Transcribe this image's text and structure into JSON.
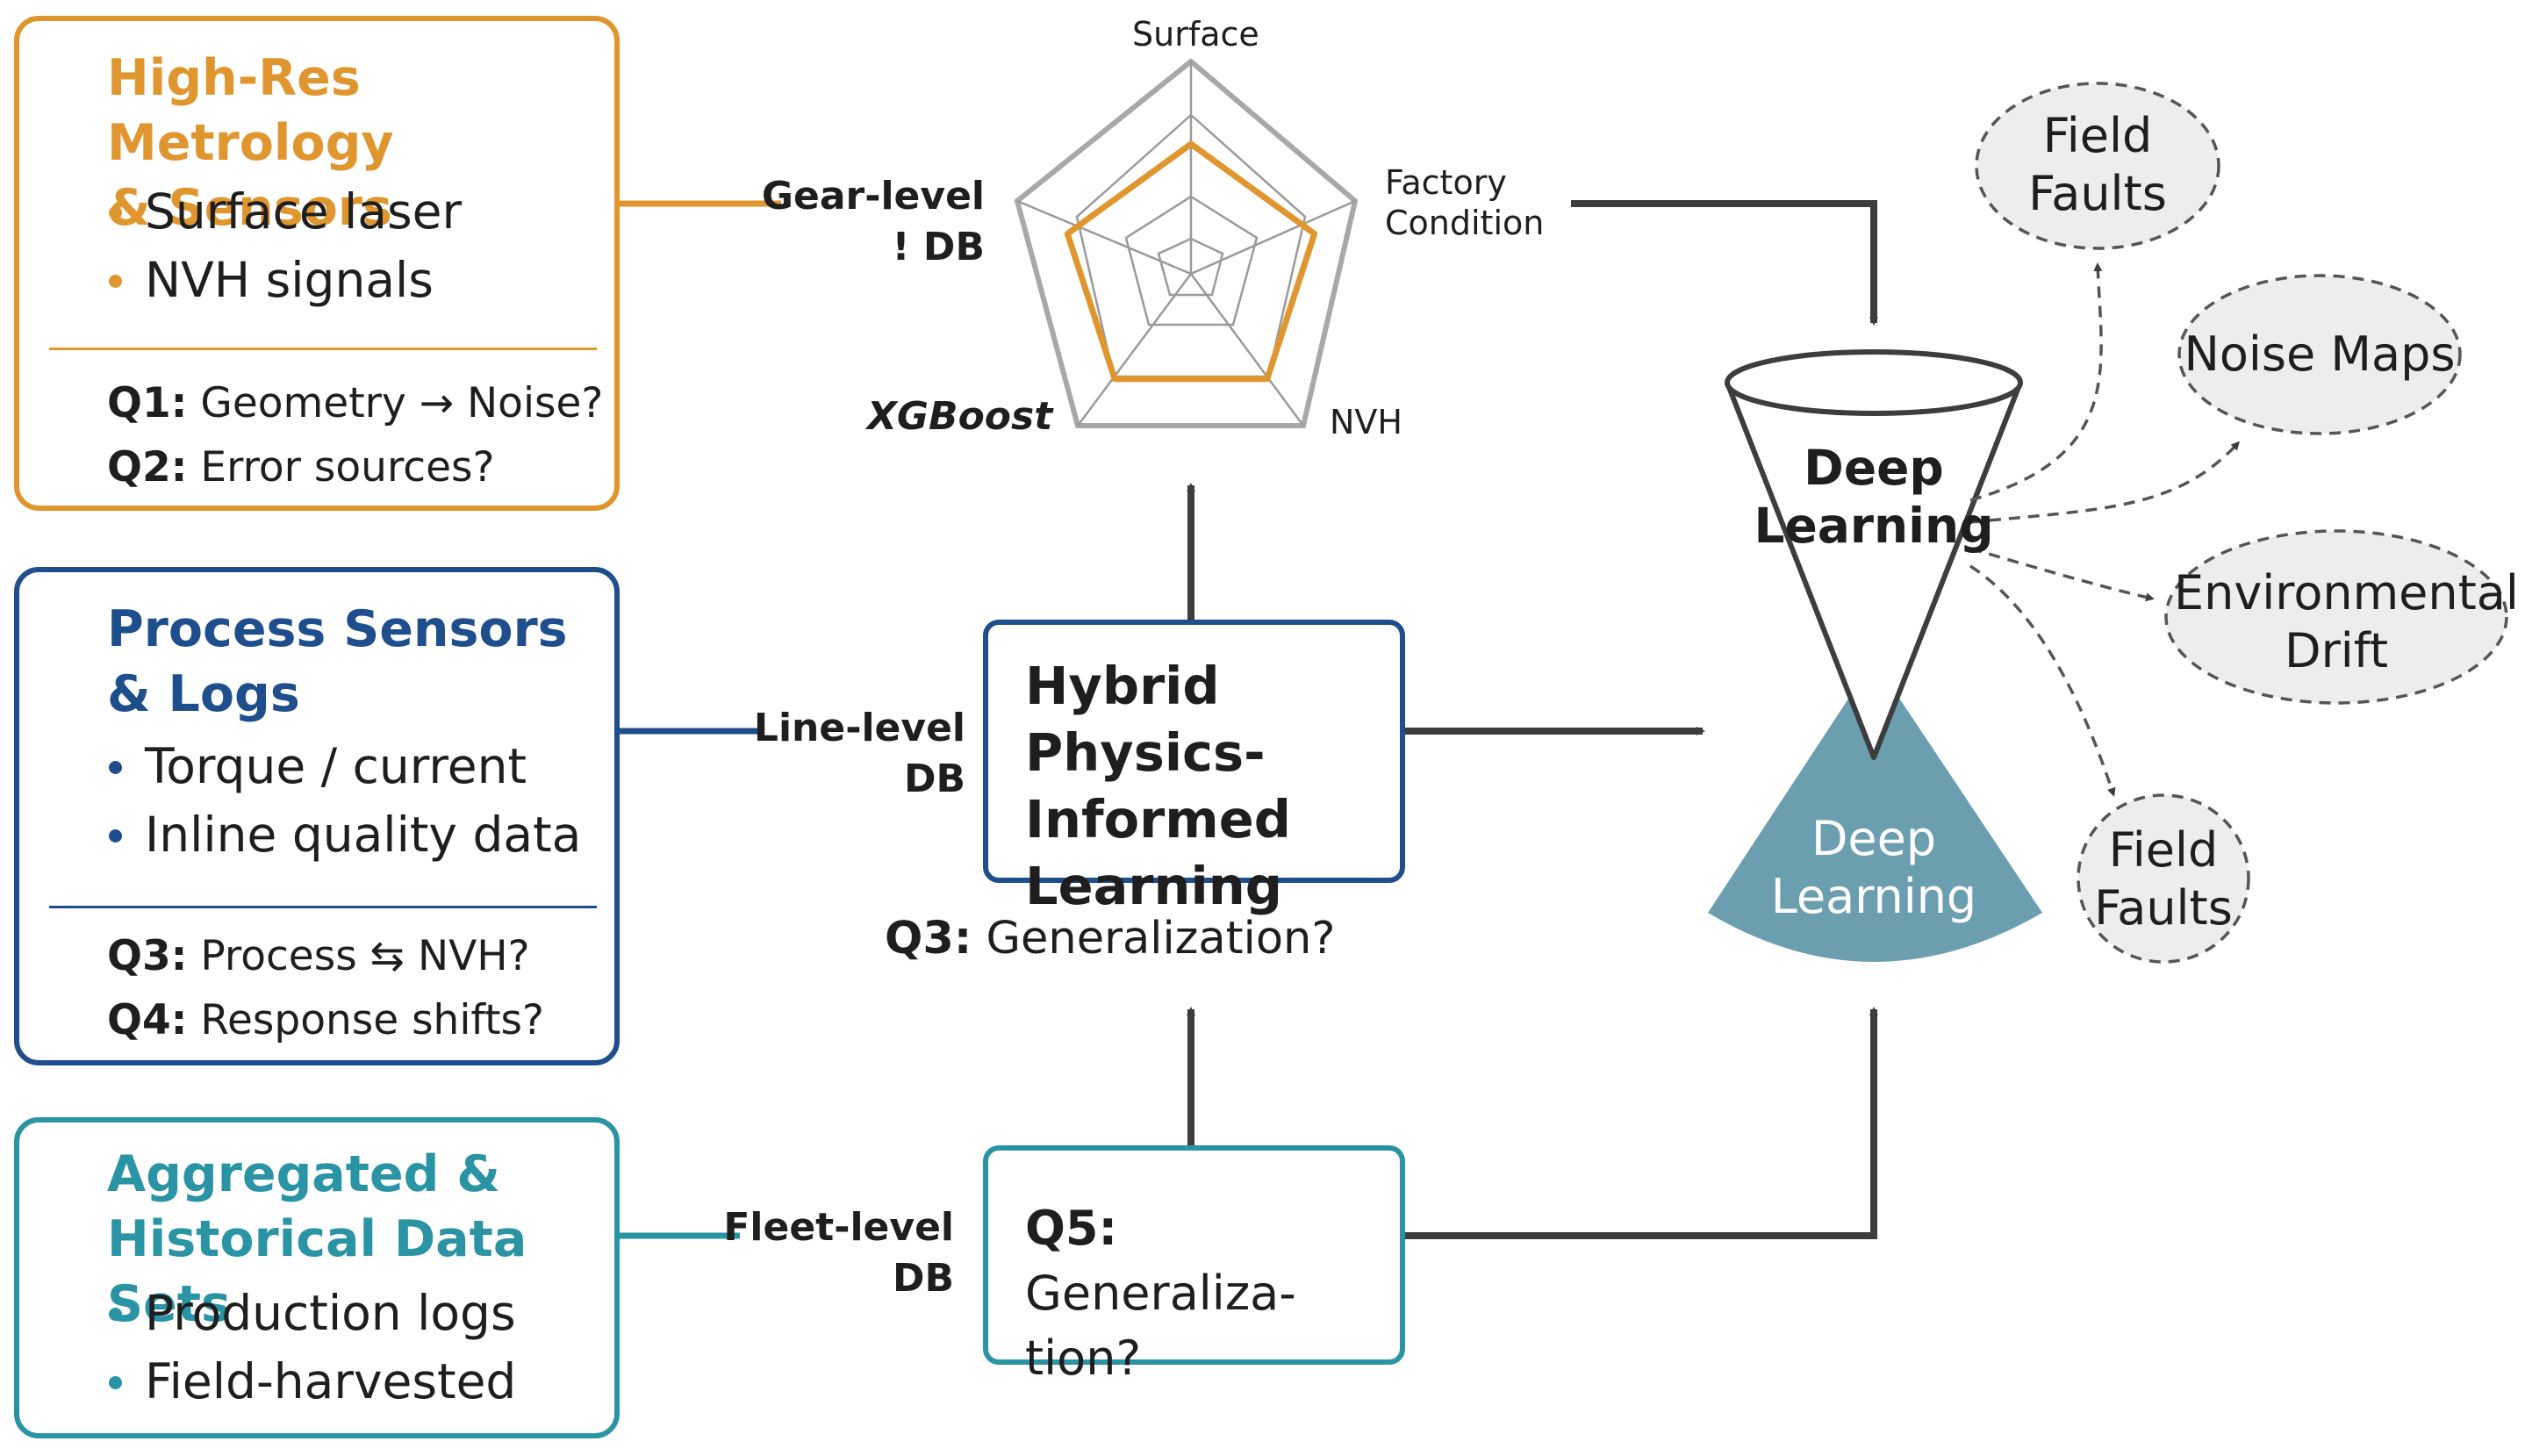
{
  "sources": [
    {
      "title": "High-Res Metrology\n& Sensors",
      "bullets": [
        "Surface laser",
        "NVH signals"
      ],
      "questions": [
        {
          "label": "Q1:",
          "text": "Geometry → Noise?"
        },
        {
          "label": "Q2:",
          "text": "Error sources?"
        }
      ],
      "db_label": "Gear-level\n!   DB",
      "color": "#e0962f"
    },
    {
      "title": "Process Sensors\n& Logs",
      "bullets": [
        "Torque / current",
        "Inline quality data"
      ],
      "questions": [
        {
          "label": "Q3:",
          "text": "Process ⇆ NVH?"
        },
        {
          "label": "Q4:",
          "text": "Response shifts?"
        }
      ],
      "db_label": "Line-level\nDB",
      "color": "#1f4e8c"
    },
    {
      "title": "Aggregated &\nHistorical Data  Sets",
      "bullets": [
        "Production logs",
        "Field-harvested"
      ],
      "db_label": "Fleet-level\nDB",
      "color": "#2a94a4"
    }
  ],
  "radar": {
    "axes": [
      "Surface",
      "Factory\nCondition",
      "NVH",
      "XGBoost"
    ],
    "axis_icons": [
      "radar-surface-axis",
      "radar-factory-axis",
      "radar-nvh-axis",
      "radar-xgboost-axis",
      "radar-gear-axis"
    ],
    "values": [
      0.58,
      0.58,
      0.58,
      0.58,
      0.58
    ],
    "color": "#e0962f"
  },
  "hybrid": {
    "title": "Hybrid Physics-\nInformed\nLearning",
    "question": {
      "label": "Q3:",
      "text": "Generalization?"
    }
  },
  "q5": {
    "label": "Q5:",
    "text": "Generaliza-\ntion?"
  },
  "deep_learning": {
    "funnel_label": "Deep\nLearning",
    "cone_label": "Deep\nLearning",
    "cone_color": "#6b9fb0"
  },
  "outputs": [
    "Field\nFaults",
    "Noise Maps",
    "Environmental\nDrift",
    "Field\nFaults"
  ]
}
